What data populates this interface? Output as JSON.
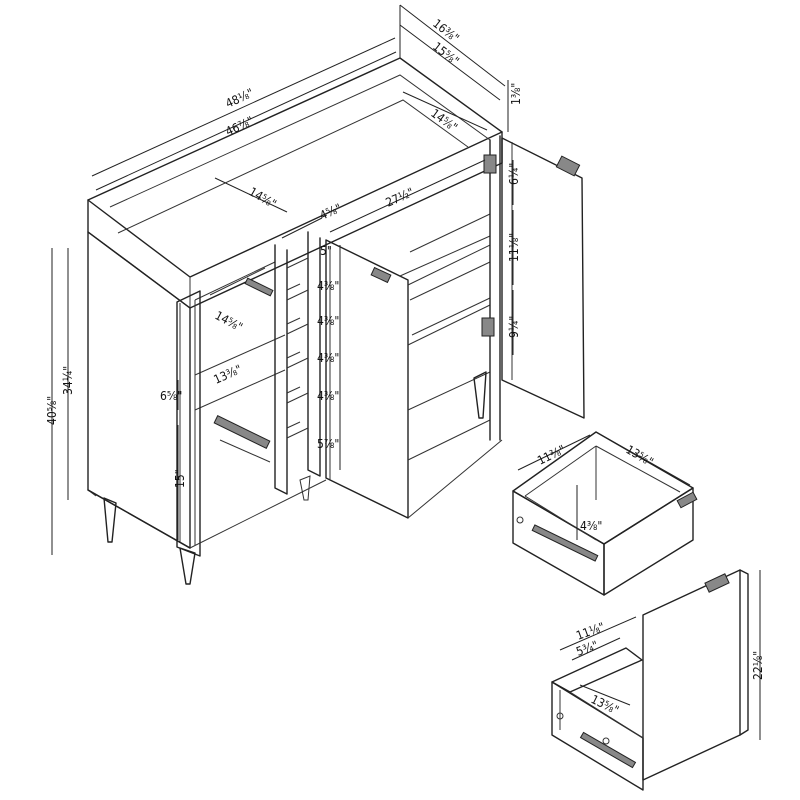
{
  "dimensions": {
    "overall_depth": "16⅜\"",
    "inner_depth": "15⅝\"",
    "overall_width": "48⅛\"",
    "inner_width": "46⅞\"",
    "top_thickness": "1⅜\"",
    "cabinet_depth_right": "14⅝\"",
    "cabinet_depth_left": "14⅝\"",
    "center_compartment_width": "4⅝\"",
    "right_compartment_width": "27½\"",
    "right_shelf_top": "6¼\"",
    "right_shelf_mid": "11⅛\"",
    "right_shelf_low": "9¼\"",
    "center_top_gap": "5\"",
    "center_gap_1": "4⅜\"",
    "center_gap_2": "4⅜\"",
    "center_gap_3": "4⅜\"",
    "center_gap_4": "4⅜\"",
    "center_bottom_gap": "5⅞\"",
    "left_shelf_depth": "14⅝\"",
    "left_shelf_width": "13⅜\"",
    "left_upper_gap": "6⅝\"",
    "left_lower_gap": "15\"",
    "total_height": "40⅝\"",
    "cabinet_height": "34¼\"",
    "drawer_width": "11⅜\"",
    "drawer_depth": "13⅝\"",
    "drawer_height": "4⅜\"",
    "tray_width": "11⅛\"",
    "tray_inner": "5¾\"",
    "tray_depth": "13⅝\"",
    "door_height": "22⅛\""
  }
}
